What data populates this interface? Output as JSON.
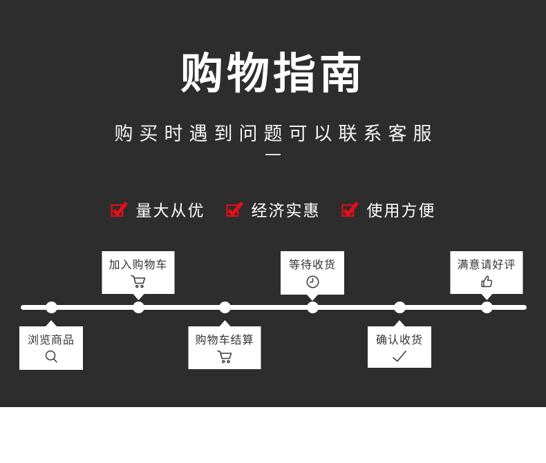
{
  "page": {
    "title": "购物指南",
    "subtitle": "购买时遇到问题可以联系客服"
  },
  "features": {
    "items": [
      {
        "label": "量大从优",
        "icon": "red-checkbox-icon"
      },
      {
        "label": "经济实惠",
        "icon": "red-checkbox-icon"
      },
      {
        "label": "使用方便",
        "icon": "red-checkbox-icon"
      }
    ]
  },
  "timeline": {
    "steps": [
      {
        "label": "浏览商品",
        "icon": "search-icon",
        "position": "below"
      },
      {
        "label": "加入购物车",
        "icon": "cart-icon",
        "position": "above"
      },
      {
        "label": "购物车结算",
        "icon": "cart-icon",
        "position": "below"
      },
      {
        "label": "等待收货",
        "icon": "clock-icon",
        "position": "above"
      },
      {
        "label": "确认收货",
        "icon": "checkmark-icon",
        "position": "below"
      },
      {
        "label": "满意请好评",
        "icon": "thumbs-up-icon",
        "position": "above"
      }
    ]
  },
  "colors": {
    "background": "#2d2d2d",
    "accent_red": "#e80e18",
    "card_text": "#333333",
    "text_white": "#ffffff"
  }
}
